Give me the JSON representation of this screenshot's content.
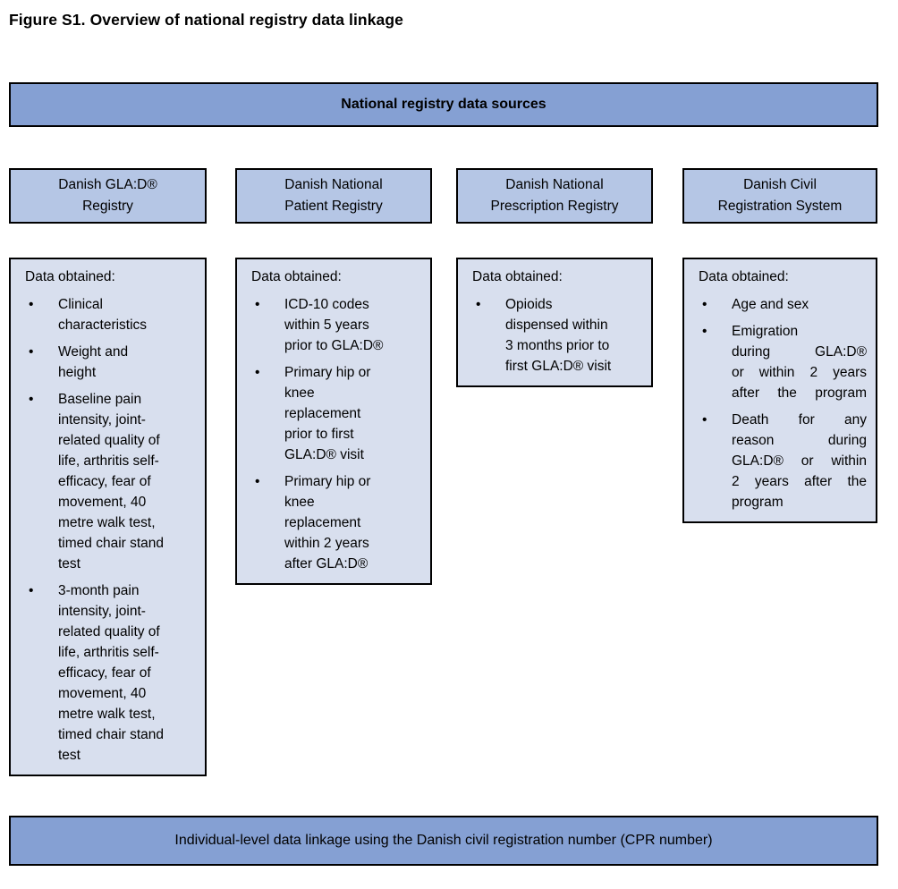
{
  "figure_title": "Figure S1. Overview of national registry data linkage",
  "header": {
    "label": "National registry data sources"
  },
  "footer": {
    "label": "Individual-level data linkage using the Danish civil registration number (CPR number)"
  },
  "colors": {
    "band_bg": "#85a0d3",
    "registry_bg": "#b5c6e5",
    "data_bg": "#d8dfee",
    "border": "#000000"
  },
  "columns": [
    {
      "registry_label": "Danish GLA:D®\nRegistry",
      "data_title": "Data obtained:",
      "items": [
        {
          "text": "Clinical\ncharacteristics"
        },
        {
          "text": "Weight and\nheight"
        },
        {
          "text": "Baseline pain\nintensity, joint-\nrelated quality of\nlife, arthritis self-\nefficacy, fear of\nmovement, 40\nmetre walk test,\ntimed chair stand\ntest"
        },
        {
          "text": "3-month pain\nintensity, joint-\nrelated quality of\nlife, arthritis self-\nefficacy, fear of\nmovement, 40\nmetre walk test,\ntimed chair stand\ntest"
        }
      ]
    },
    {
      "registry_label": "Danish National\nPatient Registry",
      "data_title": "Data obtained:",
      "items": [
        {
          "text": "ICD-10 codes\nwithin 5 years\nprior to GLA:D®"
        },
        {
          "text": "Primary hip or\nknee\nreplacement\nprior to first\nGLA:D® visit"
        },
        {
          "text": "Primary hip or\nknee\nreplacement\nwithin 2 years\nafter GLA:D®"
        }
      ]
    },
    {
      "registry_label": "Danish National\nPrescription Registry",
      "data_title": "Data obtained:",
      "items": [
        {
          "text": "Opioids\ndispensed within\n3 months prior to\nfirst GLA:D® visit"
        }
      ]
    },
    {
      "registry_label": "Danish Civil\nRegistration System",
      "data_title": "Data obtained:",
      "items": [
        {
          "text": "Age and sex"
        },
        {
          "text": "Emigration\nduring GLA:D®\nor within 2 years\nafter the program",
          "justify": true
        },
        {
          "text": "Death for any\nreason during\nGLA:D® or within\n2 years after the\nprogram",
          "justify": true
        }
      ]
    }
  ]
}
